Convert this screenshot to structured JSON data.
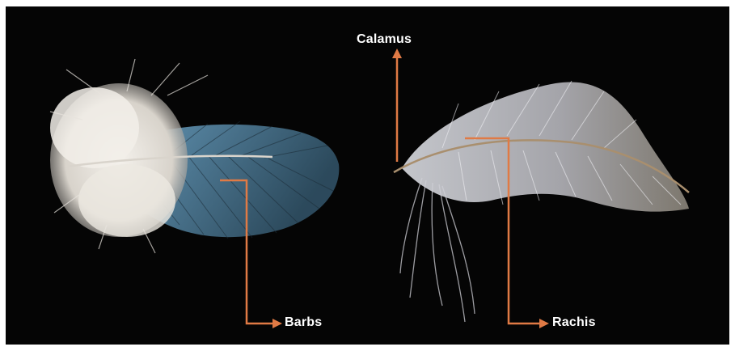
{
  "figure": {
    "labels": {
      "calamus": "Calamus",
      "barbs": "Barbs",
      "rachis": "Rachis"
    },
    "colors": {
      "background": "#050505",
      "arrow": "#e07a45",
      "label_text": "#ffffff",
      "left_feather_vane": "#5b8aa8",
      "left_feather_fluff": "#e9e6e0",
      "right_feather": "#bdbdc4"
    }
  }
}
